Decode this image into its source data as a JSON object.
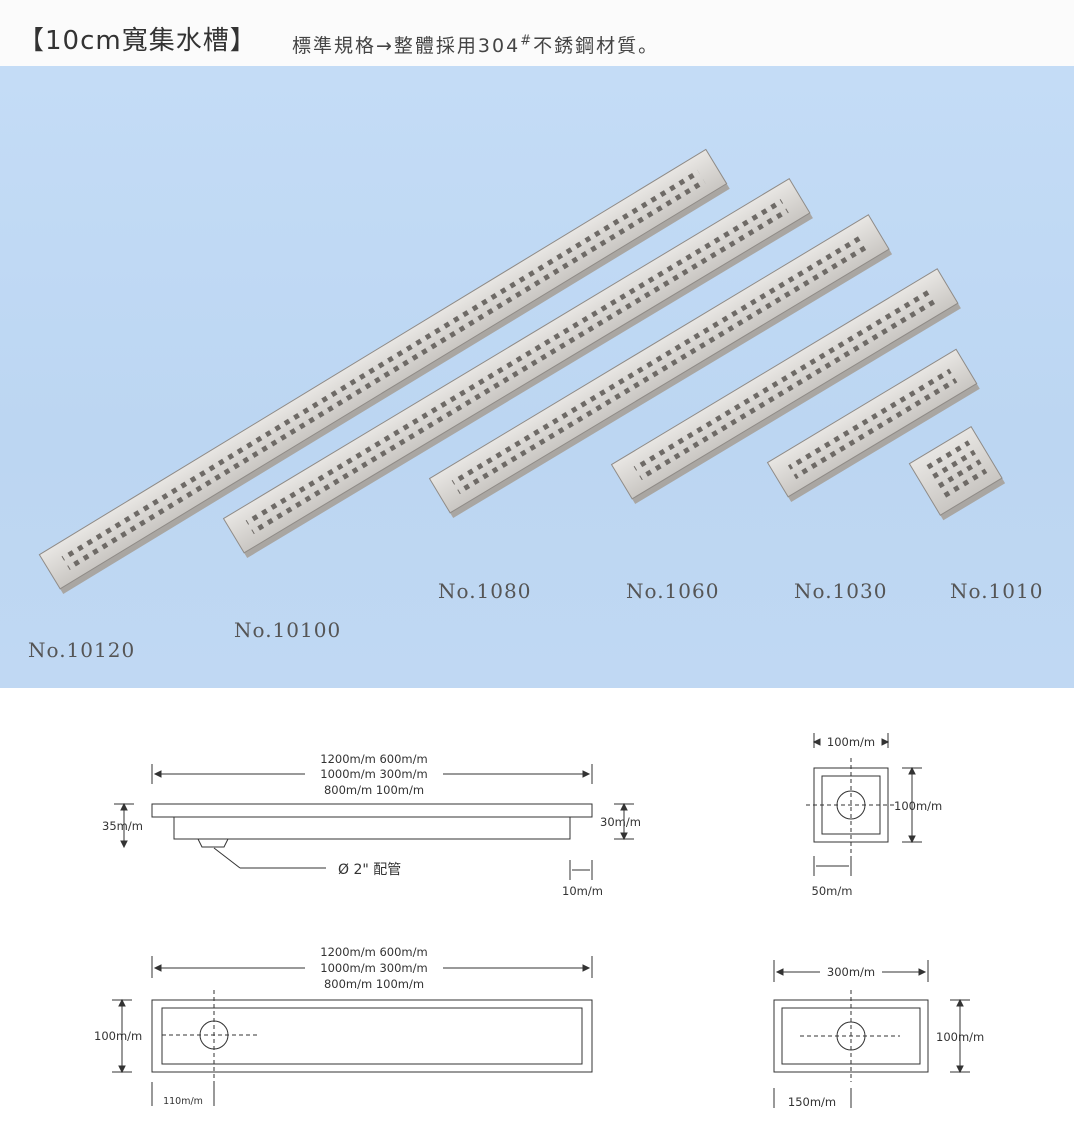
{
  "header": {
    "title": "【10cm寬集水槽】",
    "subtitle_prefix": "標準規格→整體採用304",
    "subtitle_sup": "#",
    "subtitle_suffix": "不銹鋼材質。"
  },
  "photo": {
    "background": "#c4dcf6",
    "models": [
      "No.10120",
      "No.10100",
      "No.1080",
      "No.1060",
      "No.1030",
      "No.1010"
    ]
  },
  "drawings": {
    "side": {
      "len_row1": "1200m/m   600m/m",
      "len_row2": "1000m/m   300m/m",
      "len_row3": "800m/m   100m/m",
      "height_left": "35m/m",
      "height_right": "30m/m",
      "pipe": "Ø 2\" 配管",
      "flange": "10m/m"
    },
    "square": {
      "width": "100m/m",
      "height": "100m/m",
      "center": "50m/m"
    },
    "top": {
      "len_row1": "1200m/m   600m/m",
      "len_row2": "1000m/m   300m/m",
      "len_row3": "800m/m   100m/m",
      "height": "100m/m",
      "offset": "110m/m"
    },
    "short": {
      "width": "300m/m",
      "height": "100m/m",
      "center": "150m/m"
    }
  }
}
